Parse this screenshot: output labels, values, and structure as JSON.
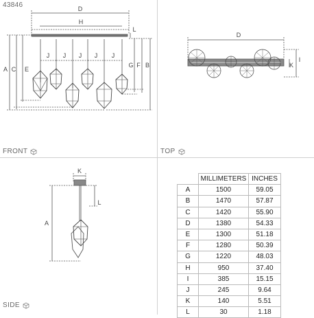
{
  "model_number": "43846",
  "views": {
    "front": "FRONT",
    "top": "TOP",
    "side": "SIDE"
  },
  "dimension_letters": {
    "front": [
      "D",
      "H",
      "J",
      "J",
      "J",
      "J",
      "J",
      "A",
      "C",
      "E",
      "G",
      "F",
      "B",
      "L"
    ],
    "top": [
      "D",
      "I",
      "K"
    ],
    "side": [
      "K",
      "A",
      "L"
    ]
  },
  "table": {
    "headers": [
      "",
      "MILLIMETERS",
      "INCHES"
    ],
    "rows": [
      {
        "letter": "A",
        "mm": "1500",
        "inches": "59.05"
      },
      {
        "letter": "B",
        "mm": "1470",
        "inches": "57.87"
      },
      {
        "letter": "C",
        "mm": "1420",
        "inches": "55.90"
      },
      {
        "letter": "D",
        "mm": "1380",
        "inches": "54.33"
      },
      {
        "letter": "E",
        "mm": "1300",
        "inches": "51.18"
      },
      {
        "letter": "F",
        "mm": "1280",
        "inches": "50.39"
      },
      {
        "letter": "G",
        "mm": "1220",
        "inches": "48.03"
      },
      {
        "letter": "H",
        "mm": "950",
        "inches": "37.40"
      },
      {
        "letter": "I",
        "mm": "385",
        "inches": "15.15"
      },
      {
        "letter": "J",
        "mm": "245",
        "inches": "9.64"
      },
      {
        "letter": "K",
        "mm": "140",
        "inches": "5.51"
      },
      {
        "letter": "L",
        "mm": "30",
        "inches": "1.18"
      }
    ]
  },
  "colors": {
    "line": "#555555",
    "divider": "#cfcfcf",
    "text": "#444444"
  },
  "icons": [
    "cube-icon"
  ]
}
